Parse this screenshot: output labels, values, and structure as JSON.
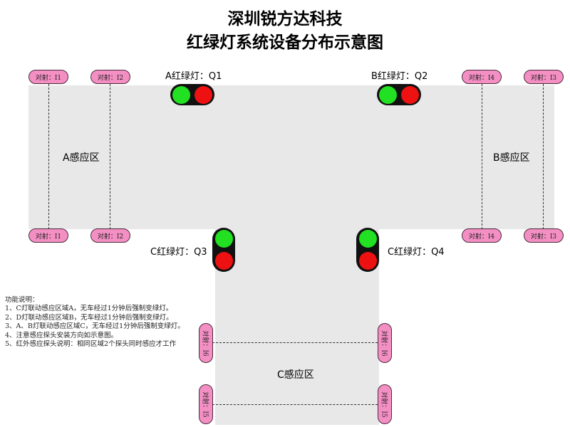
{
  "header": {
    "title_line1": "深圳锐方达科技",
    "title_line2": "红绿灯系统设备分布示意图"
  },
  "zones": {
    "a": "A感应区",
    "b": "B感应区",
    "c": "C感应区"
  },
  "lights": {
    "q1": "A红绿灯：Q1",
    "q2": "B红绿灯：Q2",
    "q3": "C红绿灯：Q3",
    "q4": "C红绿灯：Q4"
  },
  "sensors": {
    "i1": "对射：I1",
    "i2": "对射：I2",
    "i3": "对射：I3",
    "i4": "对射：I4",
    "i5": "对射：I5",
    "i6": "对射：I6"
  },
  "notes": {
    "heading": "功能说明：",
    "items": [
      "1、C灯联动感应区域A，无车经过1分钟后强制变绿灯。",
      "2、D灯联动感应区域B，无车经过1分钟后强制变绿灯。",
      "3、A、B灯联动感应区域C，无车经过1分钟后强制变绿灯。",
      "4、注意感应探头安装方向如示意图。",
      "5、红外感应探头说明：相同区域2个探头同时感应才工作"
    ]
  },
  "colors": {
    "zone_fill": "#e8e8e8",
    "sensor_fill": "#f48fc4",
    "bulb_green": "#22e022",
    "bulb_red": "#ee1111",
    "housing": "#111111"
  }
}
